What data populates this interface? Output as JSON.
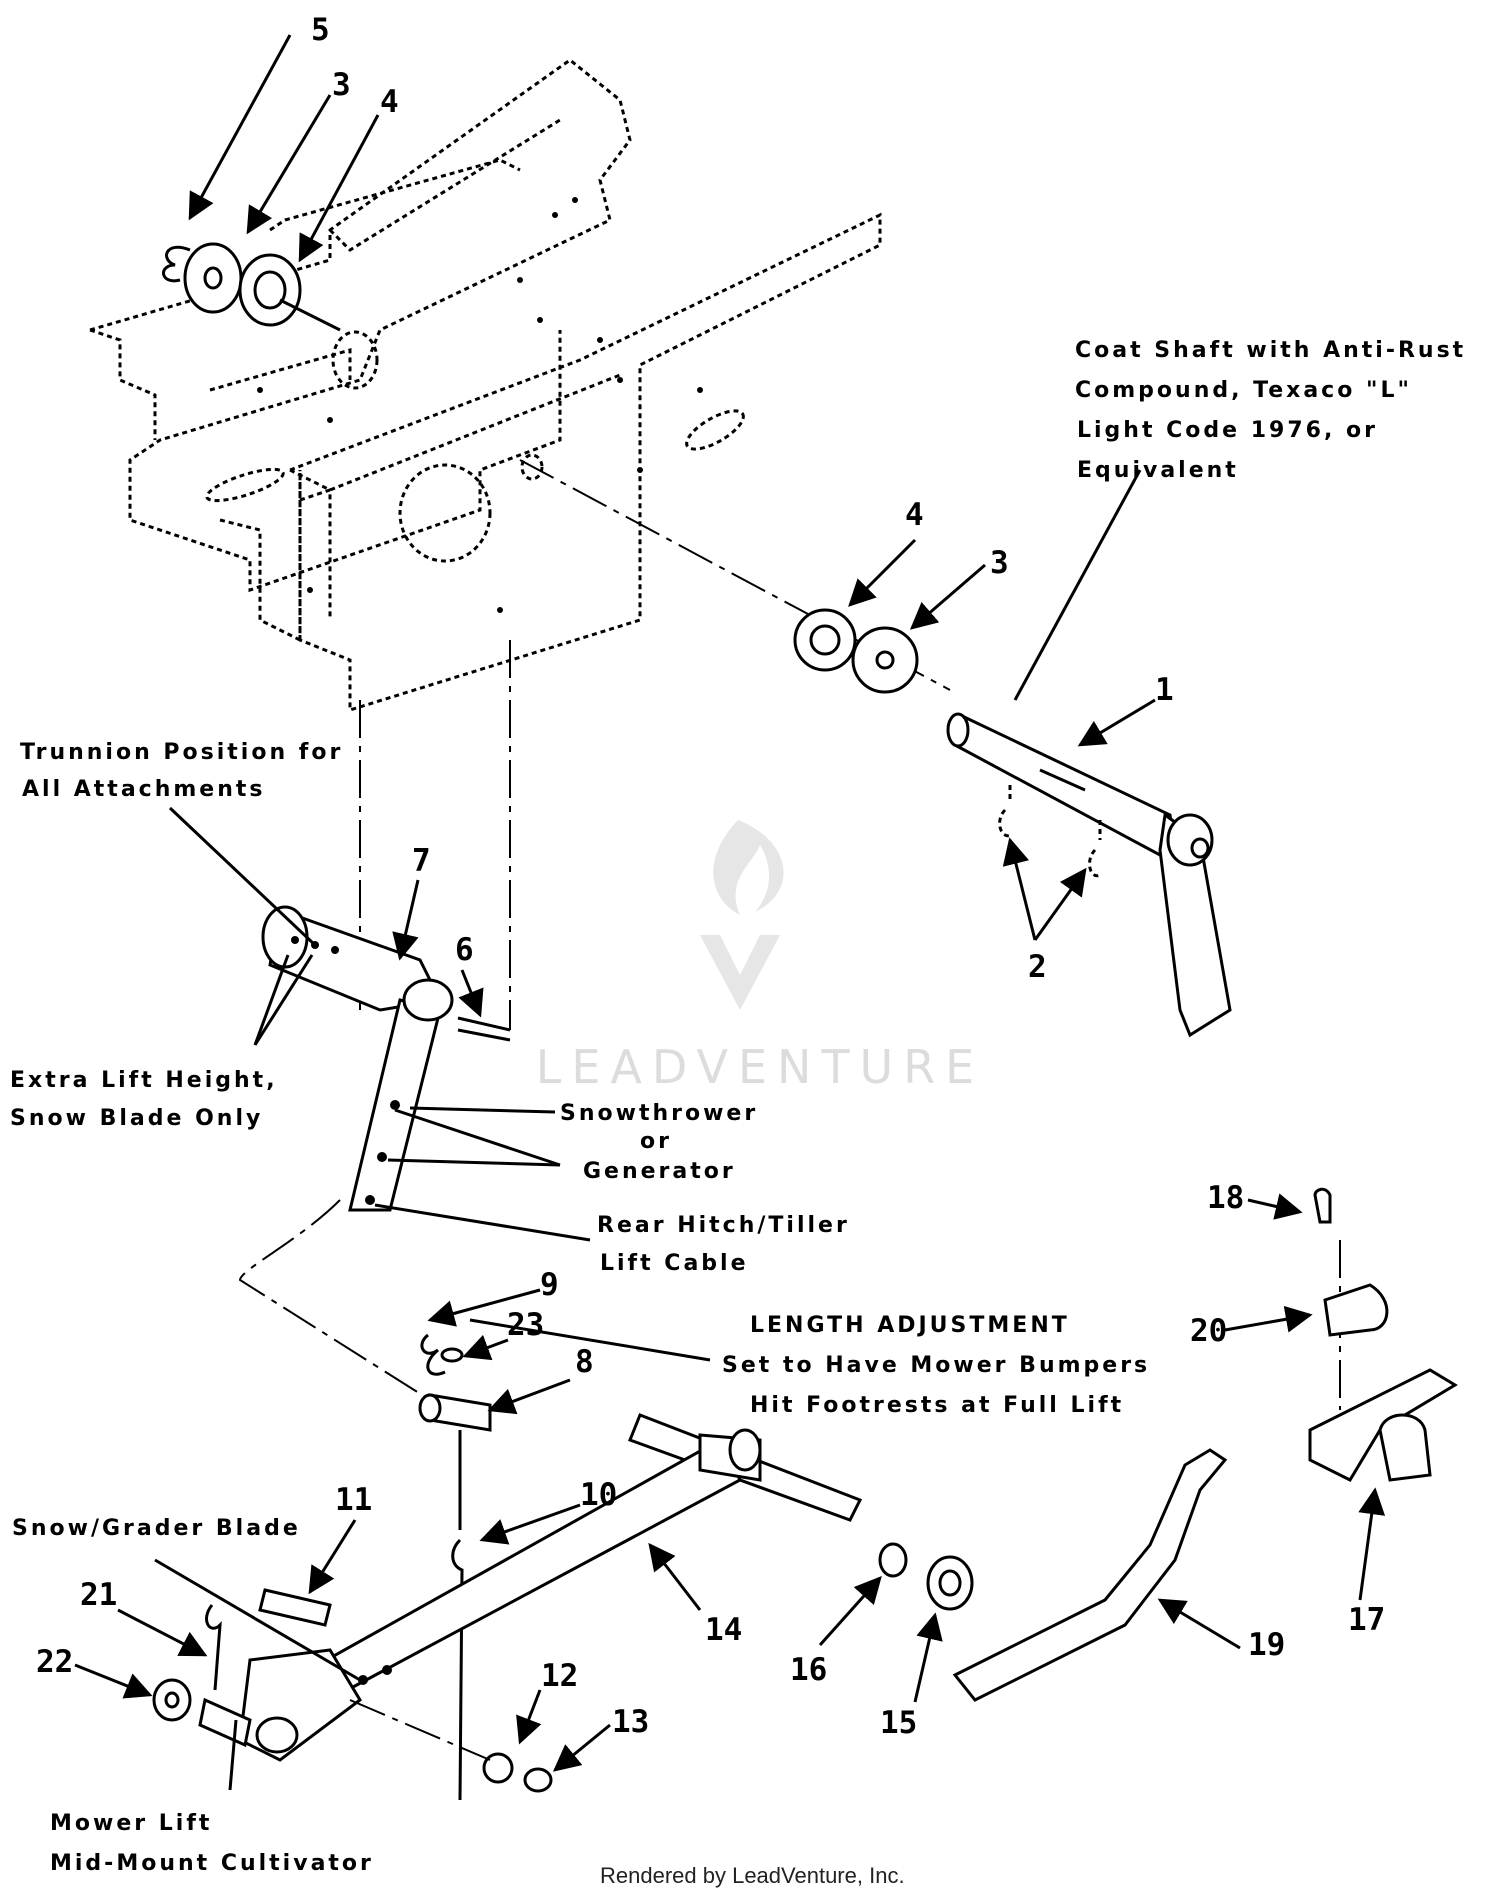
{
  "annotations": {
    "coat_shaft": [
      "Coat Shaft with Anti-Rust",
      "Compound, Texaco \"L\"",
      "Light Code 1976, or",
      "Equivalent"
    ],
    "trunnion": [
      "Trunnion Position for",
      "All Attachments"
    ],
    "extra_lift": [
      "Extra Lift Height,",
      "Snow Blade Only"
    ],
    "snowthrower": [
      "Snowthrower",
      "or",
      "Generator"
    ],
    "rear_hitch": [
      "Rear Hitch/Tiller",
      "Lift Cable"
    ],
    "length_adjustment": [
      "LENGTH ADJUSTMENT",
      "Set to Have Mower Bumpers",
      "Hit Footrests at Full Lift"
    ],
    "snow_grader": "Snow/Grader Blade",
    "mower_lift": [
      "Mower Lift",
      "Mid-Mount Cultivator"
    ]
  },
  "callouts": [
    "5",
    "3",
    "4",
    "4",
    "3",
    "1",
    "2",
    "7",
    "6",
    "9",
    "23",
    "8",
    "10",
    "11",
    "21",
    "22",
    "12",
    "13",
    "14",
    "16",
    "15",
    "18",
    "20",
    "17",
    "19"
  ],
  "footer": "Rendered by LeadVenture, Inc.",
  "watermark": "LEADVENTURE"
}
